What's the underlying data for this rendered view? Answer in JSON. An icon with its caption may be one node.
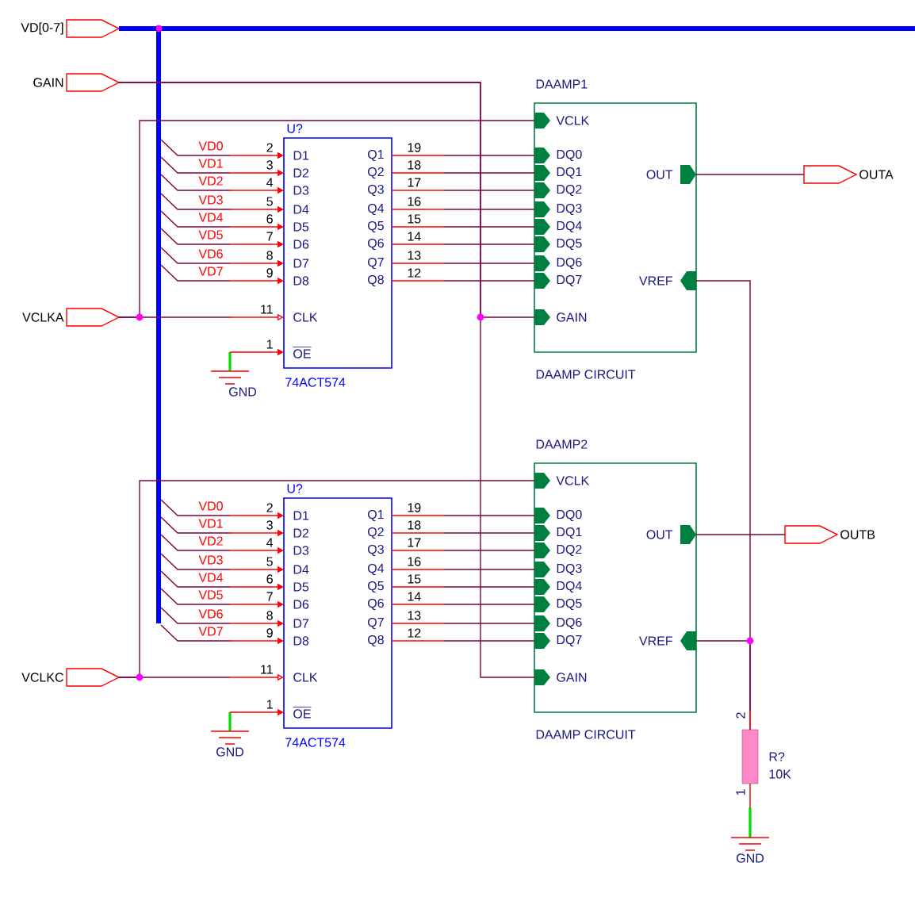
{
  "diagram": {
    "nodes": [
      {
        "text": [
          "VD[0-7]"
        ]
      },
      {
        "text": [],
        "shape": "bar"
      },
      {
        "text": [
          "GAIN"
        ]
      },
      {
        "text": [
          "DAAMP1",
          "VCLK",
          "DQ0",
          "DQ1",
          "DQ2",
          "DQ3",
          "DQ4",
          "DQ5",
          "DQ6",
          "DQ7",
          "GAIN",
          "OUT",
          "VREF",
          "DAAMP CIRCUIT"
        ]
      },
      {
        "text": [
          "U?",
          "D1",
          "D2",
          "D3",
          "D4",
          "D5",
          "D6",
          "D7",
          "D8",
          "CLK",
          "OE",
          "Q1",
          "Q2",
          "Q3",
          "Q4",
          "Q5",
          "Q6",
          "Q7",
          "Q8",
          "74ACT574"
        ],
        "beside": [
          "2",
          "3",
          "4",
          "5",
          "6",
          "7",
          "8",
          "9",
          "11",
          "1",
          "19",
          "18",
          "17",
          "16",
          "15",
          "14",
          "13",
          "12"
        ]
      },
      {
        "text": [
          "OUTA"
        ]
      },
      {
        "text": [
          "VCLKA"
        ]
      },
      {
        "text": [
          "GND"
        ]
      },
      {
        "text": [
          "DAAMP2",
          "VCLK",
          "DQ0",
          "DQ1",
          "DQ2",
          "DQ3",
          "DQ4",
          "DQ5",
          "DQ6",
          "DQ7",
          "GAIN",
          "OUT",
          "VREF",
          "DAAMP CIRCUIT"
        ]
      },
      {
        "text": [
          "U?",
          "D1",
          "D2",
          "D3",
          "D4",
          "D5",
          "D6",
          "D7",
          "D8",
          "CLK",
          "OE",
          "Q1",
          "Q2",
          "Q3",
          "Q4",
          "Q5",
          "Q6",
          "Q7",
          "Q8",
          "74ACT574"
        ],
        "beside": [
          "2",
          "3",
          "4",
          "5",
          "6",
          "7",
          "8",
          "9",
          "11",
          "1",
          "19",
          "18",
          "17",
          "16",
          "15",
          "14",
          "13",
          "12"
        ]
      },
      {
        "text": [
          "OUTB"
        ]
      },
      {
        "text": [
          "VCLKC"
        ]
      },
      {
        "text": [
          "GND"
        ]
      },
      {
        "text": [],
        "shape": "box",
        "beside": [
          "2",
          "R?",
          "10K",
          "1"
        ]
      },
      {
        "text": [
          "GND"
        ]
      }
    ],
    "edges": [
      {
        "from": 0,
        "to": 1,
        "arrow": "none",
        "style": "thick",
        "color": "#0000ff"
      },
      {
        "from": 1,
        "to": 4,
        "arrow": "to",
        "label": "VD0"
      },
      {
        "from": 1,
        "to": 4,
        "arrow": "to",
        "label": "VD1"
      },
      {
        "from": 1,
        "to": 4,
        "arrow": "to",
        "label": "VD2"
      },
      {
        "from": 1,
        "to": 4,
        "arrow": "to",
        "label": "VD3"
      },
      {
        "from": 1,
        "to": 4,
        "arrow": "to",
        "label": "VD4"
      },
      {
        "from": 1,
        "to": 4,
        "arrow": "to",
        "label": "VD5"
      },
      {
        "from": 1,
        "to": 4,
        "arrow": "to",
        "label": "VD6"
      },
      {
        "from": 1,
        "to": 4,
        "arrow": "to",
        "label": "VD7"
      },
      {
        "from": 1,
        "to": 9,
        "arrow": "to",
        "label": "VD0"
      },
      {
        "from": 1,
        "to": 9,
        "arrow": "to",
        "label": "VD1"
      },
      {
        "from": 1,
        "to": 9,
        "arrow": "to",
        "label": "VD2"
      },
      {
        "from": 1,
        "to": 9,
        "arrow": "to",
        "label": "VD3"
      },
      {
        "from": 1,
        "to": 9,
        "arrow": "to",
        "label": "VD4"
      },
      {
        "from": 1,
        "to": 9,
        "arrow": "to",
        "label": "VD5"
      },
      {
        "from": 1,
        "to": 9,
        "arrow": "to",
        "label": "VD6"
      },
      {
        "from": 1,
        "to": 9,
        "arrow": "to",
        "label": "VD7"
      },
      {
        "from": 4,
        "to": 3,
        "arrow": "none"
      },
      {
        "from": 4,
        "to": 3,
        "arrow": "none"
      },
      {
        "from": 4,
        "to": 3,
        "arrow": "none"
      },
      {
        "from": 4,
        "to": 3,
        "arrow": "none"
      },
      {
        "from": 4,
        "to": 3,
        "arrow": "none"
      },
      {
        "from": 4,
        "to": 3,
        "arrow": "none"
      },
      {
        "from": 4,
        "to": 3,
        "arrow": "none"
      },
      {
        "from": 4,
        "to": 3,
        "arrow": "none"
      },
      {
        "from": 9,
        "to": 8,
        "arrow": "none"
      },
      {
        "from": 9,
        "to": 8,
        "arrow": "none"
      },
      {
        "from": 9,
        "to": 8,
        "arrow": "none"
      },
      {
        "from": 9,
        "to": 8,
        "arrow": "none"
      },
      {
        "from": 9,
        "to": 8,
        "arrow": "none"
      },
      {
        "from": 9,
        "to": 8,
        "arrow": "none"
      },
      {
        "from": 9,
        "to": 8,
        "arrow": "none"
      },
      {
        "from": 9,
        "to": 8,
        "arrow": "none"
      },
      {
        "from": 2,
        "to": 3,
        "arrow": "none"
      },
      {
        "from": 2,
        "to": 8,
        "arrow": "none"
      },
      {
        "from": 6,
        "to": 4,
        "arrow": "to"
      },
      {
        "from": 6,
        "to": 3,
        "arrow": "none"
      },
      {
        "from": 11,
        "to": 9,
        "arrow": "to"
      },
      {
        "from": 11,
        "to": 8,
        "arrow": "none"
      },
      {
        "from": 7,
        "to": 4,
        "arrow": "to",
        "color": "#ff0000"
      },
      {
        "from": 12,
        "to": 9,
        "arrow": "to",
        "color": "#ff0000"
      },
      {
        "from": 3,
        "to": 5,
        "arrow": "none"
      },
      {
        "from": 8,
        "to": 10,
        "arrow": "none"
      },
      {
        "from": 3,
        "to": 13,
        "arrow": "none"
      },
      {
        "from": 8,
        "to": 13,
        "arrow": "none"
      },
      {
        "from": 13,
        "to": 14,
        "arrow": "none",
        "color": "#ff0000"
      }
    ]
  }
}
